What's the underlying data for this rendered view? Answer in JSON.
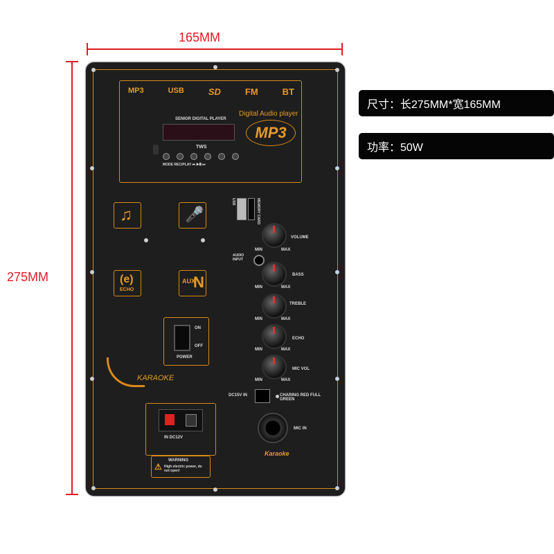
{
  "dimensions": {
    "width": "165MM",
    "height": "275MM"
  },
  "specs": {
    "size": "尺寸：长275MM*宽165MM",
    "power": "功率：50W"
  },
  "panel": {
    "top_icons": [
      "MP3",
      "USB",
      "SD",
      "FM",
      "BT"
    ],
    "display_title": "SENIOR DIGITAL PLAYER",
    "digital_label": "Digital Audio player",
    "mp3_logo": "MP3",
    "tws": "TWS",
    "control_labels": "MODE REC/PLAY  ⏮  ▶❙❙  ⏭",
    "usb": "USB",
    "memory_card": "MEMORY CARD",
    "audio_input": "AUDIO INPUT",
    "knobs": [
      "VOLUME",
      "BASS",
      "TREBLE",
      "ECHO",
      "MIC VOL"
    ],
    "min": "MIN",
    "max": "MAX",
    "echo": "ECHO",
    "aux": "AUX",
    "on": "ON",
    "off": "OFF",
    "power": "POWER",
    "karaoke": "KARAOKE",
    "dc_in": "DC15V IN",
    "charging": "CHARING RED FULL GREEN",
    "mic_in": "MIC IN",
    "karaoke_small": "Karaoke",
    "in_dc": "IN DC12V",
    "warning": "WARNING",
    "warning_text": "High electric power, do not open!"
  }
}
